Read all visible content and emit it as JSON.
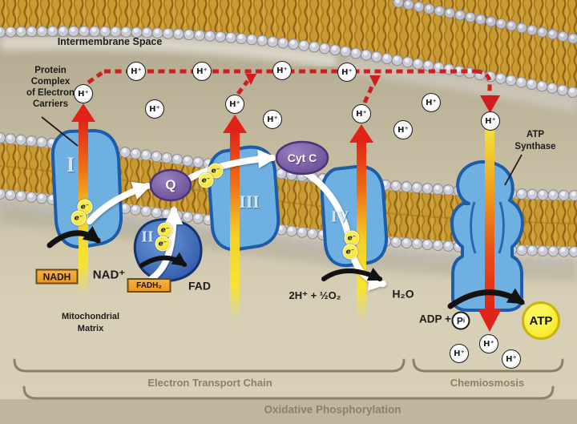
{
  "glyphs": {
    "h_plus": "H⁺",
    "electron": "e⁻"
  },
  "regions": {
    "intermembrane_space": "Intermembrane Space",
    "matrix_line1": "Mitochondrial",
    "matrix_line2": "Matrix"
  },
  "annotations": {
    "pc1": "Protein",
    "pc2": "Complex",
    "pc3": "of Electron",
    "pc4": "Carriers",
    "as1": "ATP",
    "as2": "Synthase"
  },
  "complexes": {
    "c1": "I",
    "c2": "II",
    "c3": "III",
    "c4": "IV"
  },
  "carriers": {
    "q": "Q",
    "cyt_c": "Cyt C"
  },
  "molecules": {
    "nadh": "NADH",
    "nad": "NAD⁺",
    "fadh2": "FADH₂",
    "fad": "FAD",
    "oxygen": "2H⁺ + ½O₂",
    "water": "H₂O",
    "adp": "ADP +",
    "pi_p": "P",
    "pi_i": "i",
    "atp": "ATP"
  },
  "process": {
    "etc": "Electron Transport Chain",
    "chemi": "Chemiosmosis",
    "oxphos": "Oxidative Phosphorylation"
  },
  "colors": {
    "membrane_gold": "#c89a33",
    "protein_blue": "#6fb0e2",
    "carrier_purple": "#7a5ca8",
    "proton_red": "#ce1e1e",
    "electron_yellow": "#f2df25",
    "atp_yellow": "#f6ea16",
    "label_olive": "#8b8165"
  }
}
